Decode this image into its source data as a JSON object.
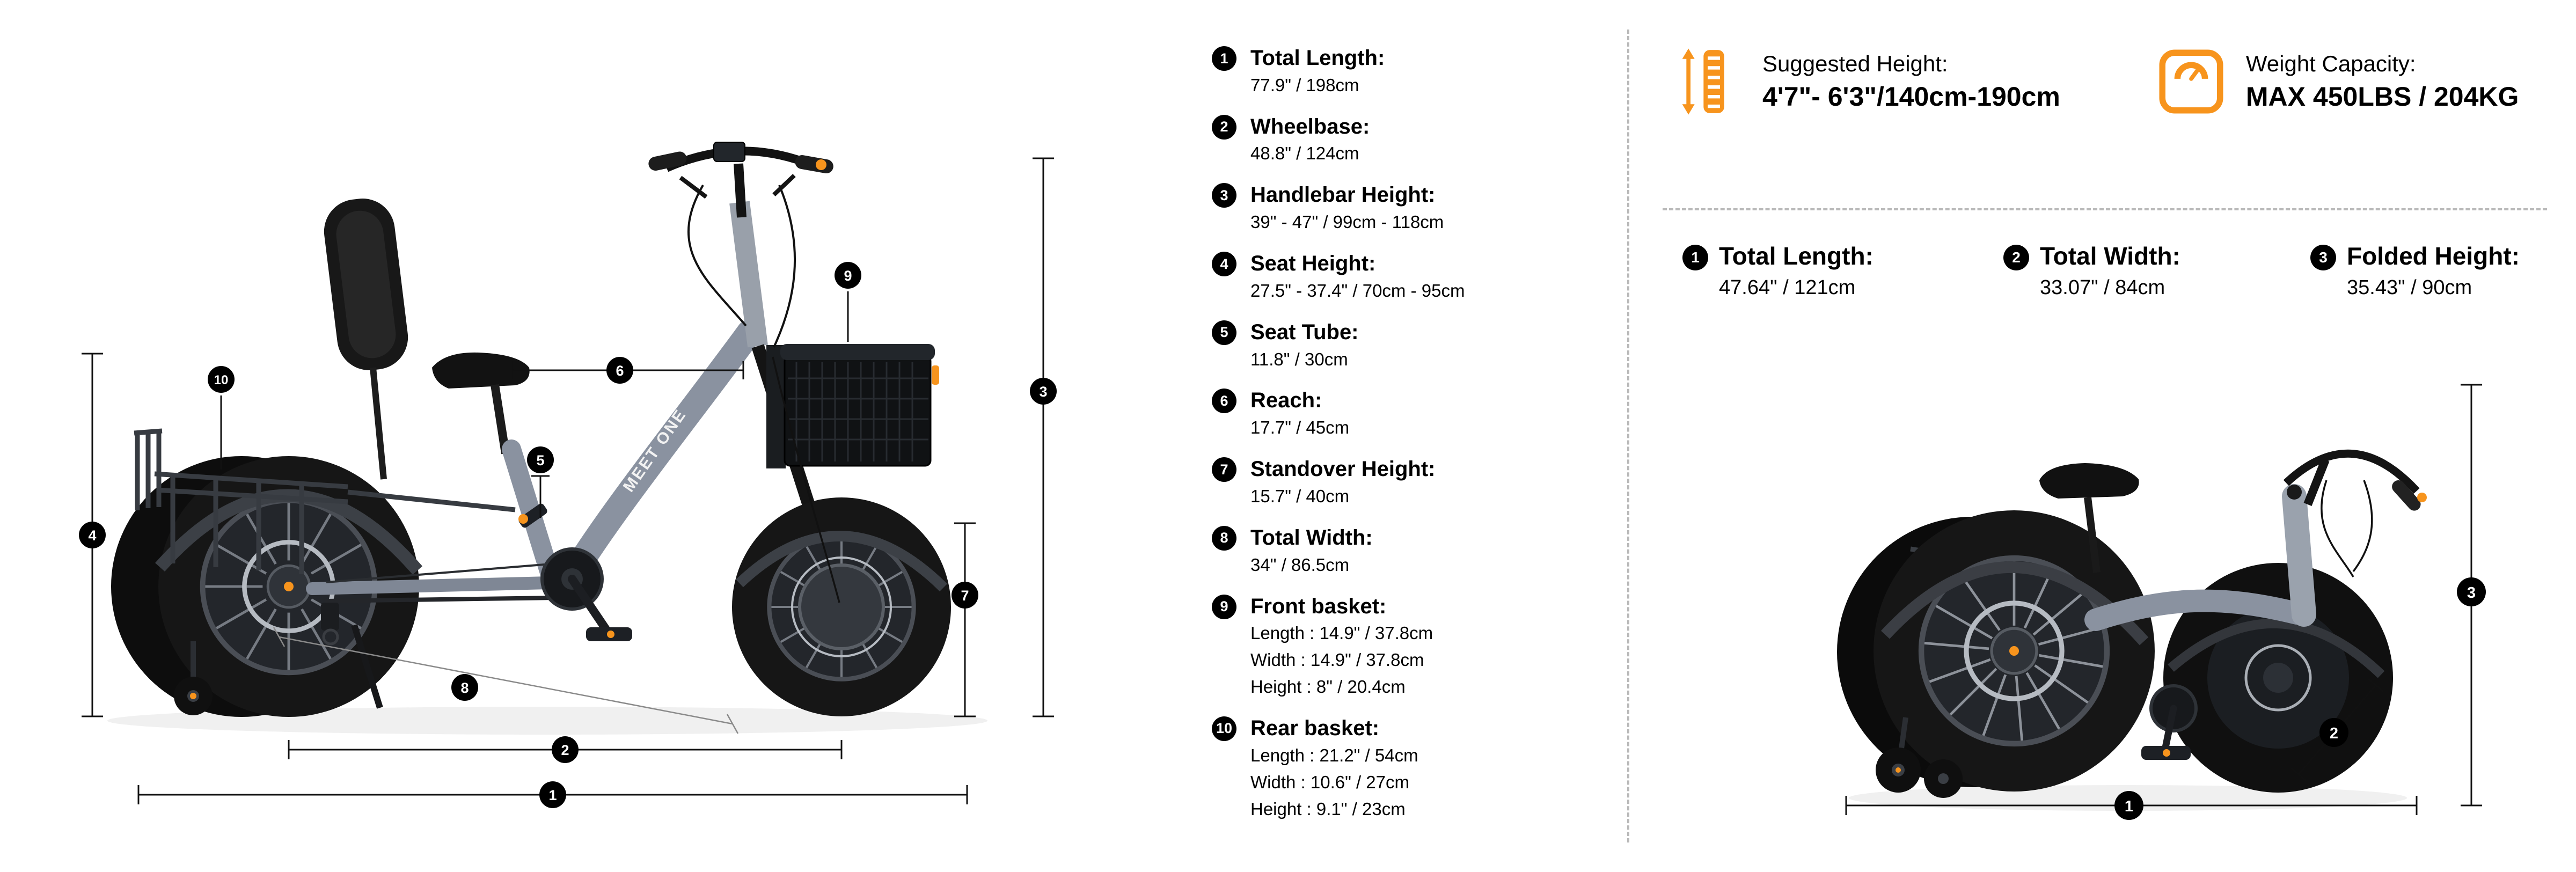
{
  "colors": {
    "accent": "#F7941D",
    "marker_bg": "#000000",
    "divider": "#b9b9b9"
  },
  "brand": {
    "frame_text": "MEET ONE"
  },
  "specs": {
    "items": [
      {
        "num": "1",
        "label": "Total Length:",
        "lines": [
          "77.9\" / 198cm"
        ]
      },
      {
        "num": "2",
        "label": "Wheelbase:",
        "lines": [
          "48.8\" / 124cm"
        ]
      },
      {
        "num": "3",
        "label": "Handlebar Height:",
        "lines": [
          "39\" - 47\" / 99cm - 118cm"
        ]
      },
      {
        "num": "4",
        "label": "Seat Height:",
        "lines": [
          "27.5\" - 37.4\" / 70cm - 95cm"
        ]
      },
      {
        "num": "5",
        "label": "Seat Tube:",
        "lines": [
          "11.8\" / 30cm"
        ]
      },
      {
        "num": "6",
        "label": "Reach:",
        "lines": [
          "17.7\" / 45cm"
        ]
      },
      {
        "num": "7",
        "label": "Standover Height:",
        "lines": [
          "15.7\" / 40cm"
        ]
      },
      {
        "num": "8",
        "label": "Total Width:",
        "lines": [
          "34\" / 86.5cm"
        ]
      },
      {
        "num": "9",
        "label": "Front basket:",
        "lines": [
          "Length :  14.9\" / 37.8cm",
          "Width :  14.9\" / 37.8cm",
          "Height :  8\" / 20.4cm"
        ]
      },
      {
        "num": "10",
        "label": "Rear basket:",
        "lines": [
          "Length :  21.2\" / 54cm",
          "Width :  10.6\" / 27cm",
          "Height :  9.1\" / 23cm"
        ]
      }
    ]
  },
  "rider": {
    "suggested_height_label": "Suggested Height:",
    "suggested_height_value": "4'7\"- 6'3\"/140cm-190cm",
    "weight_capacity_label": "Weight Capacity:",
    "weight_capacity_value": "MAX 450LBS / 204KG"
  },
  "folded": {
    "items": [
      {
        "num": "1",
        "label": "Total Length:",
        "value": "47.64\" / 121cm"
      },
      {
        "num": "2",
        "label": "Total Width:",
        "value": "33.07\" / 84cm"
      },
      {
        "num": "3",
        "label": "Folded Height:",
        "value": "35.43\" / 90cm"
      }
    ]
  }
}
